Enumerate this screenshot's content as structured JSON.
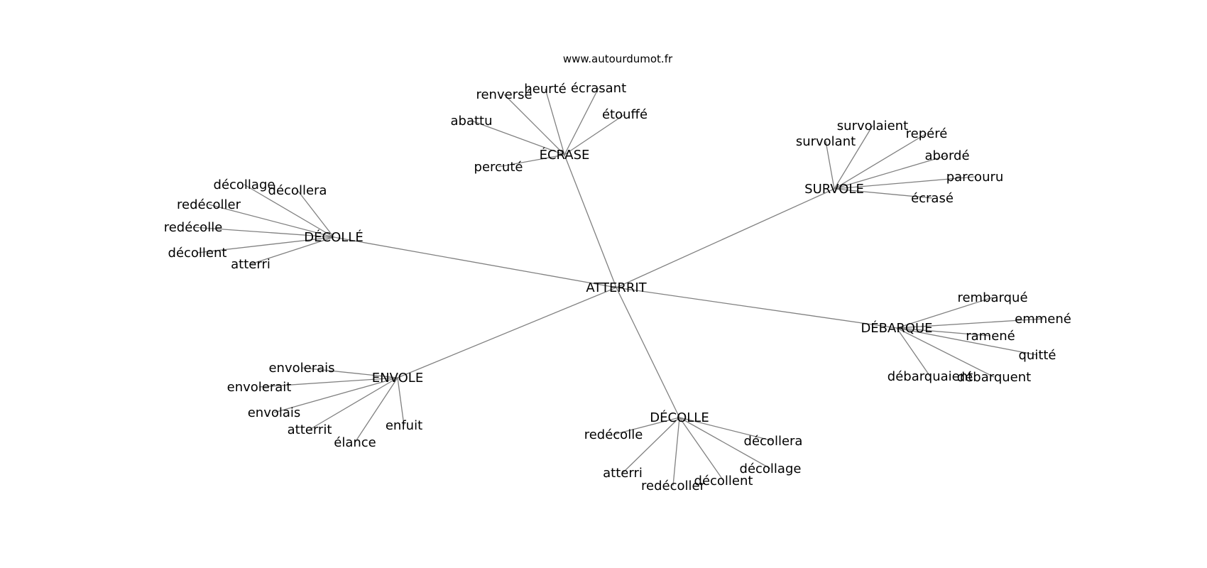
{
  "header": {
    "site": "www.autourdumot.fr"
  },
  "graph": {
    "center": "ATTERRIT",
    "groups": [
      {
        "hub": "ÉCRASE",
        "leaves": [
          "renversé",
          "heurté",
          "écrasant",
          "étouffé",
          "abattu",
          "percuté"
        ]
      },
      {
        "hub": "SURVOLE",
        "leaves": [
          "survolaient",
          "repéré",
          "survolant",
          "abordé",
          "parcouru",
          "écrasé"
        ]
      },
      {
        "hub": "DÉCOLLÉ",
        "leaves": [
          "décollage",
          "décollera",
          "redécoller",
          "redécolle",
          "décollent",
          "atterri"
        ]
      },
      {
        "hub": "DÉBARQUE",
        "leaves": [
          "rembarqué",
          "emmené",
          "ramené",
          "quitté",
          "débarquaient",
          "débarquent"
        ]
      },
      {
        "hub": "ENVOLE",
        "leaves": [
          "envolerais",
          "envolerait",
          "envolais",
          "atterrit",
          "élance",
          "enfuit"
        ]
      },
      {
        "hub": "DÉCOLLE",
        "leaves": [
          "redécolle",
          "décollera",
          "décollage",
          "atterri",
          "redécoller",
          "décollent"
        ]
      }
    ]
  }
}
